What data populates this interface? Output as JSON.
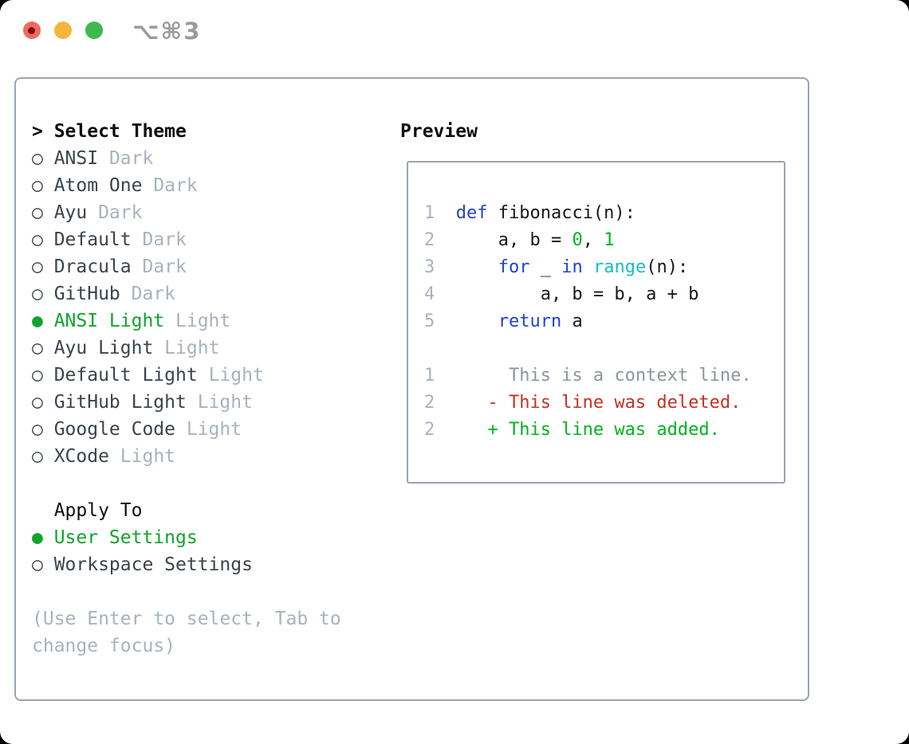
{
  "window": {
    "title": "⌥⌘3",
    "traffic_lights": {
      "close_color": "#ef6a5e",
      "close_inner_dot_color": "#7b150e",
      "minimize_color": "#f5b63d",
      "zoom_color": "#3cba4d"
    }
  },
  "theme_panel": {
    "header": {
      "prefix": ">",
      "label": "Select Theme"
    },
    "unselected_marker": "○",
    "selected_marker": "●",
    "themes": [
      {
        "name": "ANSI",
        "variant": "Dark",
        "selected": false
      },
      {
        "name": "Atom One",
        "variant": "Dark",
        "selected": false
      },
      {
        "name": "Ayu",
        "variant": "Dark",
        "selected": false
      },
      {
        "name": "Default",
        "variant": "Dark",
        "selected": false
      },
      {
        "name": "Dracula",
        "variant": "Dark",
        "selected": false
      },
      {
        "name": "GitHub",
        "variant": "Dark",
        "selected": false
      },
      {
        "name": "ANSI Light",
        "variant": "Light",
        "selected": true
      },
      {
        "name": "Ayu Light",
        "variant": "Light",
        "selected": false
      },
      {
        "name": "Default Light",
        "variant": "Light",
        "selected": false
      },
      {
        "name": "GitHub Light",
        "variant": "Light",
        "selected": false
      },
      {
        "name": "Google Code",
        "variant": "Light",
        "selected": false
      },
      {
        "name": "XCode",
        "variant": "Light",
        "selected": false
      }
    ],
    "apply_to": {
      "label": "Apply To",
      "options": [
        {
          "label": "User Settings",
          "selected": true
        },
        {
          "label": "Workspace Settings",
          "selected": false
        }
      ]
    },
    "help_lines": [
      "(Use Enter to select, Tab to",
      "change focus)"
    ]
  },
  "preview": {
    "title": "Preview",
    "lines": [
      {
        "num": "1",
        "segs": [
          [
            "kw",
            "def"
          ],
          [
            "plain",
            " fibonacci(n):"
          ]
        ]
      },
      {
        "num": "2",
        "segs": [
          [
            "plain",
            "    a, b = "
          ],
          [
            "num",
            "0"
          ],
          [
            "plain",
            ", "
          ],
          [
            "num",
            "1"
          ]
        ]
      },
      {
        "num": "3",
        "segs": [
          [
            "plain",
            "    "
          ],
          [
            "kw",
            "for"
          ],
          [
            "plain",
            " _ "
          ],
          [
            "kw",
            "in"
          ],
          [
            "plain",
            " "
          ],
          [
            "fn",
            "range"
          ],
          [
            "plain",
            "(n):"
          ]
        ]
      },
      {
        "num": "4",
        "segs": [
          [
            "plain",
            "        a, b = b, a + b"
          ]
        ]
      },
      {
        "num": "5",
        "segs": [
          [
            "plain",
            "    "
          ],
          [
            "kw",
            "return"
          ],
          [
            "plain",
            " a"
          ]
        ]
      },
      {
        "num": "",
        "segs": []
      },
      {
        "num": "1",
        "segs": [
          [
            "ctx",
            "     This is a context line."
          ]
        ]
      },
      {
        "num": "2",
        "segs": [
          [
            "del",
            "   - This line was deleted."
          ]
        ]
      },
      {
        "num": "2",
        "segs": [
          [
            "add",
            "   + This line was added."
          ]
        ]
      }
    ]
  },
  "colors": {
    "selection_green": "#10a42c",
    "muted_gray": "#a9b2bd",
    "item_text": "#3b434c",
    "heading_text": "#0b0e12",
    "border_gray": "#9aa4af",
    "keyword_blue": "#2143cf",
    "builtin_cyan": "#18bcc8",
    "number_green": "#00b321",
    "deleted_red": "#c43222",
    "added_green": "#00b321",
    "context_gray": "#8d959e",
    "line_number_gray": "#a9b2bd",
    "title_gray": "#9b9b9b"
  }
}
